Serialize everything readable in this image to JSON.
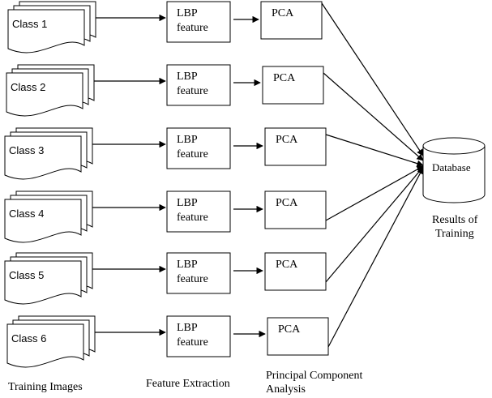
{
  "colors": {
    "stroke": "#000000",
    "fill": "#ffffff",
    "text": "#000000"
  },
  "classes": [
    {
      "label": "Class 1",
      "feature": [
        "LBP",
        "feature"
      ],
      "pca": "PCA"
    },
    {
      "label": "Class 2",
      "feature": [
        "LBP",
        "feature"
      ],
      "pca": "PCA"
    },
    {
      "label": "Class 3",
      "feature": [
        "LBP",
        "feature"
      ],
      "pca": "PCA"
    },
    {
      "label": "Class 4",
      "feature": [
        "LBP",
        "feature"
      ],
      "pca": "PCA"
    },
    {
      "label": "Class 5",
      "feature": [
        "LBP",
        "feature"
      ],
      "pca": "PCA"
    },
    {
      "label": "Class 6",
      "feature": [
        "LBP",
        "feature"
      ],
      "pca": "PCA"
    }
  ],
  "database": {
    "label": "Database",
    "caption": [
      "Results of",
      "Training"
    ]
  },
  "captions": {
    "training_images": "Training Images",
    "feature_extraction": "Feature Extraction",
    "pca_line1": "Principal Component",
    "pca_line2": "Analysis"
  }
}
